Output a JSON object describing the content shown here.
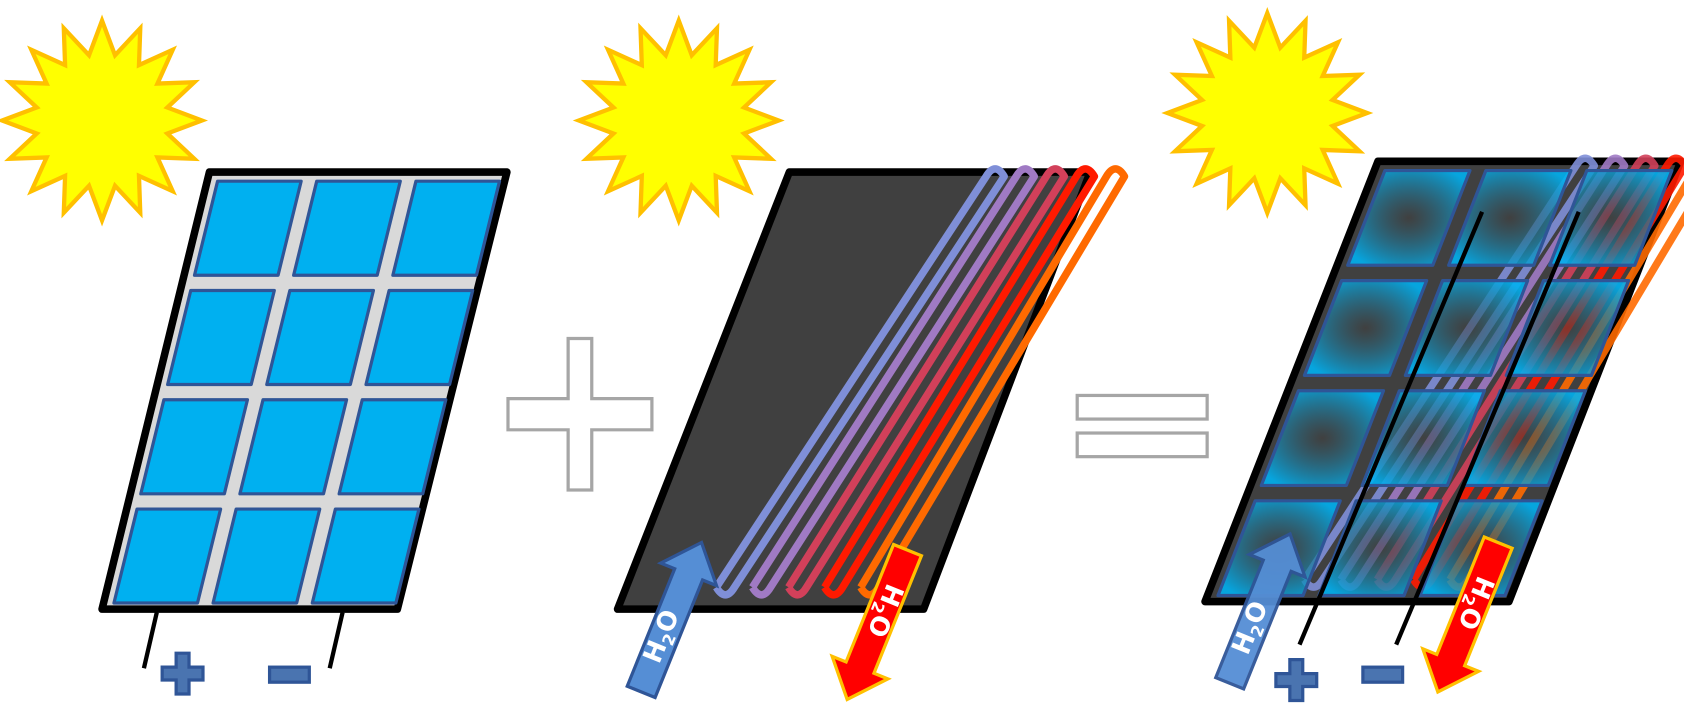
{
  "water_label": {
    "h": "H",
    "sub": "2",
    "o": "O"
  },
  "colors": {
    "sun_fill": "#ffff00",
    "sun_stroke": "#ffc000",
    "cell_fill": "#00b0f0",
    "cell_stroke": "#2f5597",
    "pv_backsheet": "#d9d9d9",
    "thermal_absorber": "#404040",
    "operator": "#a6a6a6",
    "cold_water": "#558ed5",
    "hot_water": "#ff0000",
    "terminal": "#4a74b0",
    "coil_colors": [
      "#7f8fd8",
      "#a07ac4",
      "#d2405a",
      "#ff1a00",
      "#ff6a00"
    ]
  },
  "grid": {
    "cols": 3,
    "rows": 4
  },
  "coil_loops": 5
}
